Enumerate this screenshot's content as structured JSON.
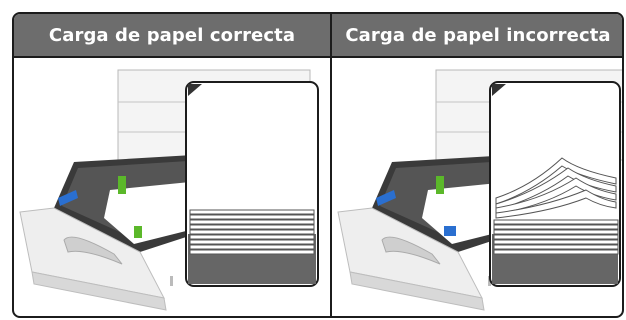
{
  "panels": {
    "correct": {
      "title": "Carga de papel correcta"
    },
    "incorrect": {
      "title": "Carga de papel incorrecta"
    }
  },
  "colors": {
    "header_bg": "#6d6d6d",
    "header_text": "#ffffff",
    "border": "#1c1c1c",
    "inset_bg": "#666666",
    "tray_body": "#f0f0f0",
    "guide_green": "#5bb82a"
  },
  "icons": [
    "printer-tray-illustration",
    "paper-stack-illustration"
  ]
}
